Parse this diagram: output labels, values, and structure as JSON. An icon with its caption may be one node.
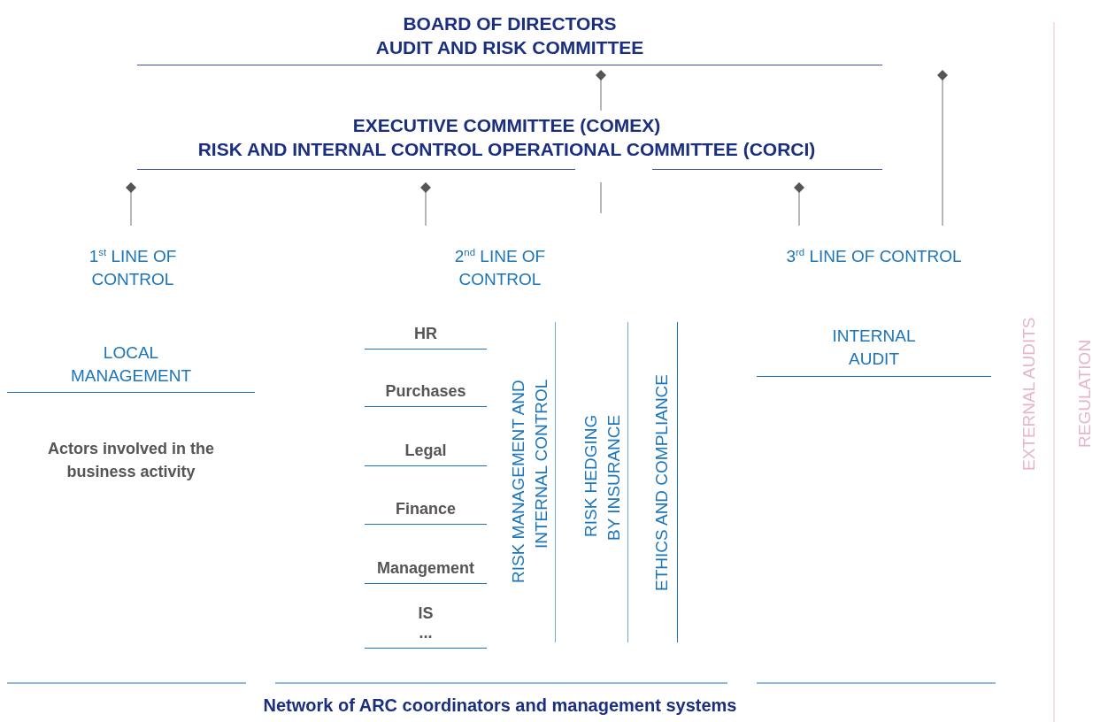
{
  "diagram": {
    "nodes": [
      {
        "text": [
          "BOARD OF DIRECTORS",
          "AUDIT AND RISK COMMITTEE"
        ]
      },
      {
        "text": [
          "EXECUTIVE COMMITTEE (COMEX)",
          "RISK AND INTERNAL CONTROL OPERATIONAL COMMITTEE (CORCI)"
        ]
      },
      {
        "text": [
          "1$^{st}$ LINE OF CONTROL"
        ]
      },
      {
        "text": [
          "2$^{nd}$ LINE OF CONTROL"
        ]
      },
      {
        "text": [
          "3$^{rd}$ LINE OF CONTROL"
        ]
      },
      {
        "text": [
          "LOCAL MANAGEMENT"
        ]
      },
      {
        "text": [
          "HR"
        ]
      },
      {
        "text": [
          "Purchases"
        ]
      },
      {
        "text": [
          "Legal"
        ]
      },
      {
        "text": [
          "Finance"
        ]
      },
      {
        "text": [
          "Management"
        ]
      },
      {
        "text": [
          "IS ..."
        ]
      },
      {
        "text": [
          "RISK MANAGEMENT AND INTERNAL CONTROL"
        ]
      },
      {
        "text": [
          "RISK HEDGING BY INSURANCE"
        ]
      },
      {
        "text": [
          "ETHICS AND COMPLIANCE"
        ]
      },
      {
        "text": [
          "INTERNAL AUDIT"
        ]
      }
    ],
    "edges": [
      {
        "from": 0,
        "to": 1,
        "arrow": "other"
      },
      {
        "from": 0,
        "to": 4,
        "arrow": "other"
      },
      {
        "from": 1,
        "to": 2,
        "arrow": "other"
      },
      {
        "from": 1,
        "to": 3,
        "arrow": "other"
      },
      {
        "from": 1,
        "to": 4,
        "arrow": "other"
      },
      {
        "from": 1,
        "to": null,
        "arrow": "none"
      }
    ],
    "labels": [
      "Actors involved in the business activity",
      "EXTERNAL AUDITS",
      "REGULATION",
      "Network of ARC coordinators and management systems"
    ]
  }
}
